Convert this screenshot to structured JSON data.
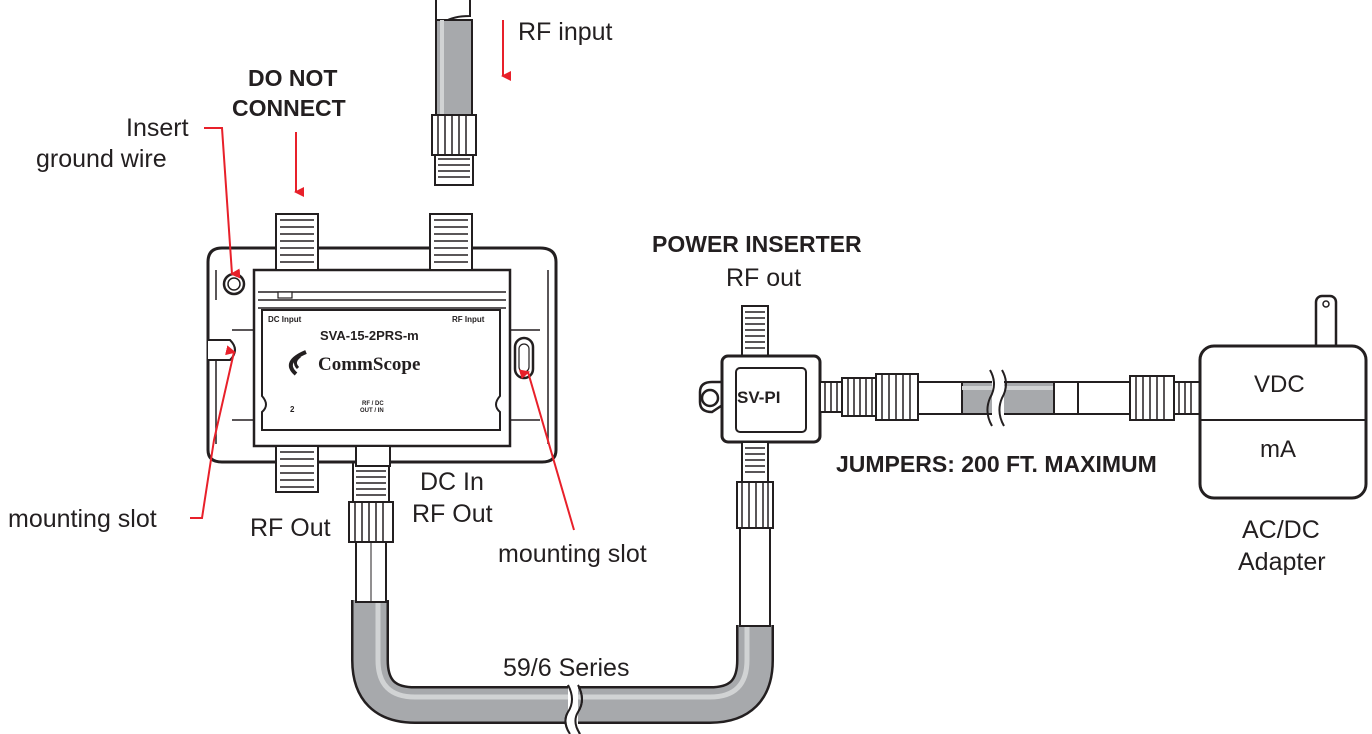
{
  "labels": {
    "rf_input": "RF input",
    "do_not_connect_1": "DO  NOT",
    "do_not_connect_2": "CONNECT",
    "insert_ground_1": "Insert",
    "insert_ground_2": "ground wire",
    "mounting_slot_left": "mounting slot",
    "rf_out_left": "RF Out",
    "dc_in": "DC In",
    "rf_out_center": "RF Out",
    "mounting_slot_right": "mounting slot",
    "power_inserter": "POWER INSERTER",
    "power_inserter_rf_out": "RF out",
    "sv_pi": "SV-PI",
    "jumpers": "JUMPERS: 200 FT. MAXIMUM",
    "vdc": "VDC",
    "ma": "mA",
    "adapter_1": "AC/DC",
    "adapter_2": "Adapter",
    "cable_series": "59/6 Series"
  },
  "amplifier": {
    "model": "SVA-15-2PRS-m",
    "brand": "CommScope",
    "port_dc_input": "DC Input",
    "port_rf_input": "RF Input",
    "port_2": "2",
    "port_rf_dc_1": "RF / DC",
    "port_rf_dc_2": "OUT / IN"
  },
  "colors": {
    "arrow": "#e8202a",
    "line": "#231f20",
    "cable": "#a7a9ac",
    "cable_dark": "#808285"
  }
}
